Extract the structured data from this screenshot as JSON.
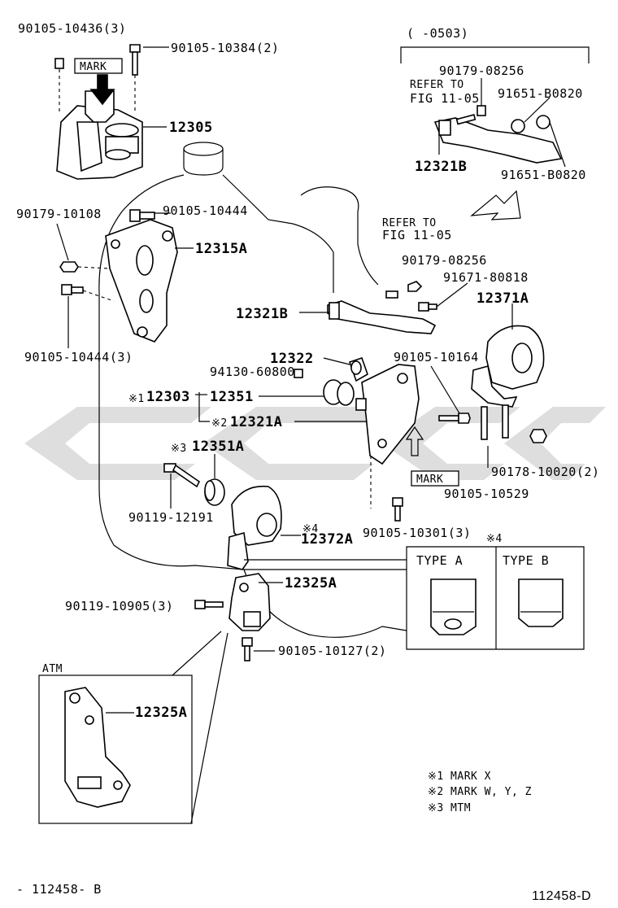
{
  "labels": {
    "p90105_10436": "90105-10436(3)",
    "p90105_10384": "90105-10384(2)",
    "mark_top": "MARK",
    "p12305": "12305",
    "p90179_10108": "90179-10108",
    "p90105_10444_a": "90105-10444",
    "p12315A": "12315A",
    "p90105_10444_b": "90105-10444(3)",
    "date_range": "(      -0503)",
    "p90179_08256_a": "90179-08256",
    "refer_1": "REFER TO",
    "refer_1b": "FIG 11-05",
    "p91651_a": "91651-B0820",
    "p12321B_a": "12321B",
    "p91651_b": "91651-B0820",
    "refer_2": "REFER TO",
    "refer_2b": "FIG 11-05",
    "p90179_08256_b": "90179-08256",
    "p91671_80818": "91671-80818",
    "p12371A": "12371A",
    "p12321B_b": "12321B",
    "p12322": "12322",
    "p90105_10164": "90105-10164",
    "p94130_60800": "94130-60800",
    "note1_mark": "※1",
    "p12303": "12303",
    "p12351": "12351",
    "note2_mark": "※2",
    "p12321A": "12321A",
    "note3_mark": "※3",
    "p12351A": "12351A",
    "mark_mid": "MARK",
    "p90178_10020": "90178-10020(2)",
    "p90105_10529": "90105-10529",
    "p90119_12191": "90119-12191",
    "note4_mark_a": "※4",
    "p12372A": "12372A",
    "p90105_10301": "90105-10301(3)",
    "note4_mark_b": "※4",
    "type_a": "TYPE A",
    "type_b": "TYPE B",
    "p12325A_a": "12325A",
    "p90119_10905": "90119-10905(3)",
    "p90105_10127": "90105-10127(2)",
    "atm": "ATM",
    "p12325A_b": "12325A",
    "legend_1": "※1  MARK X",
    "legend_2": "※2  MARK W, Y, Z",
    "legend_3": "※3  MTM",
    "footer_left": "- 112458- B",
    "footer_right": "112458-D"
  },
  "colors": {
    "line": "#000000",
    "background": "#ffffff",
    "watermark": "#9a9a9a"
  }
}
